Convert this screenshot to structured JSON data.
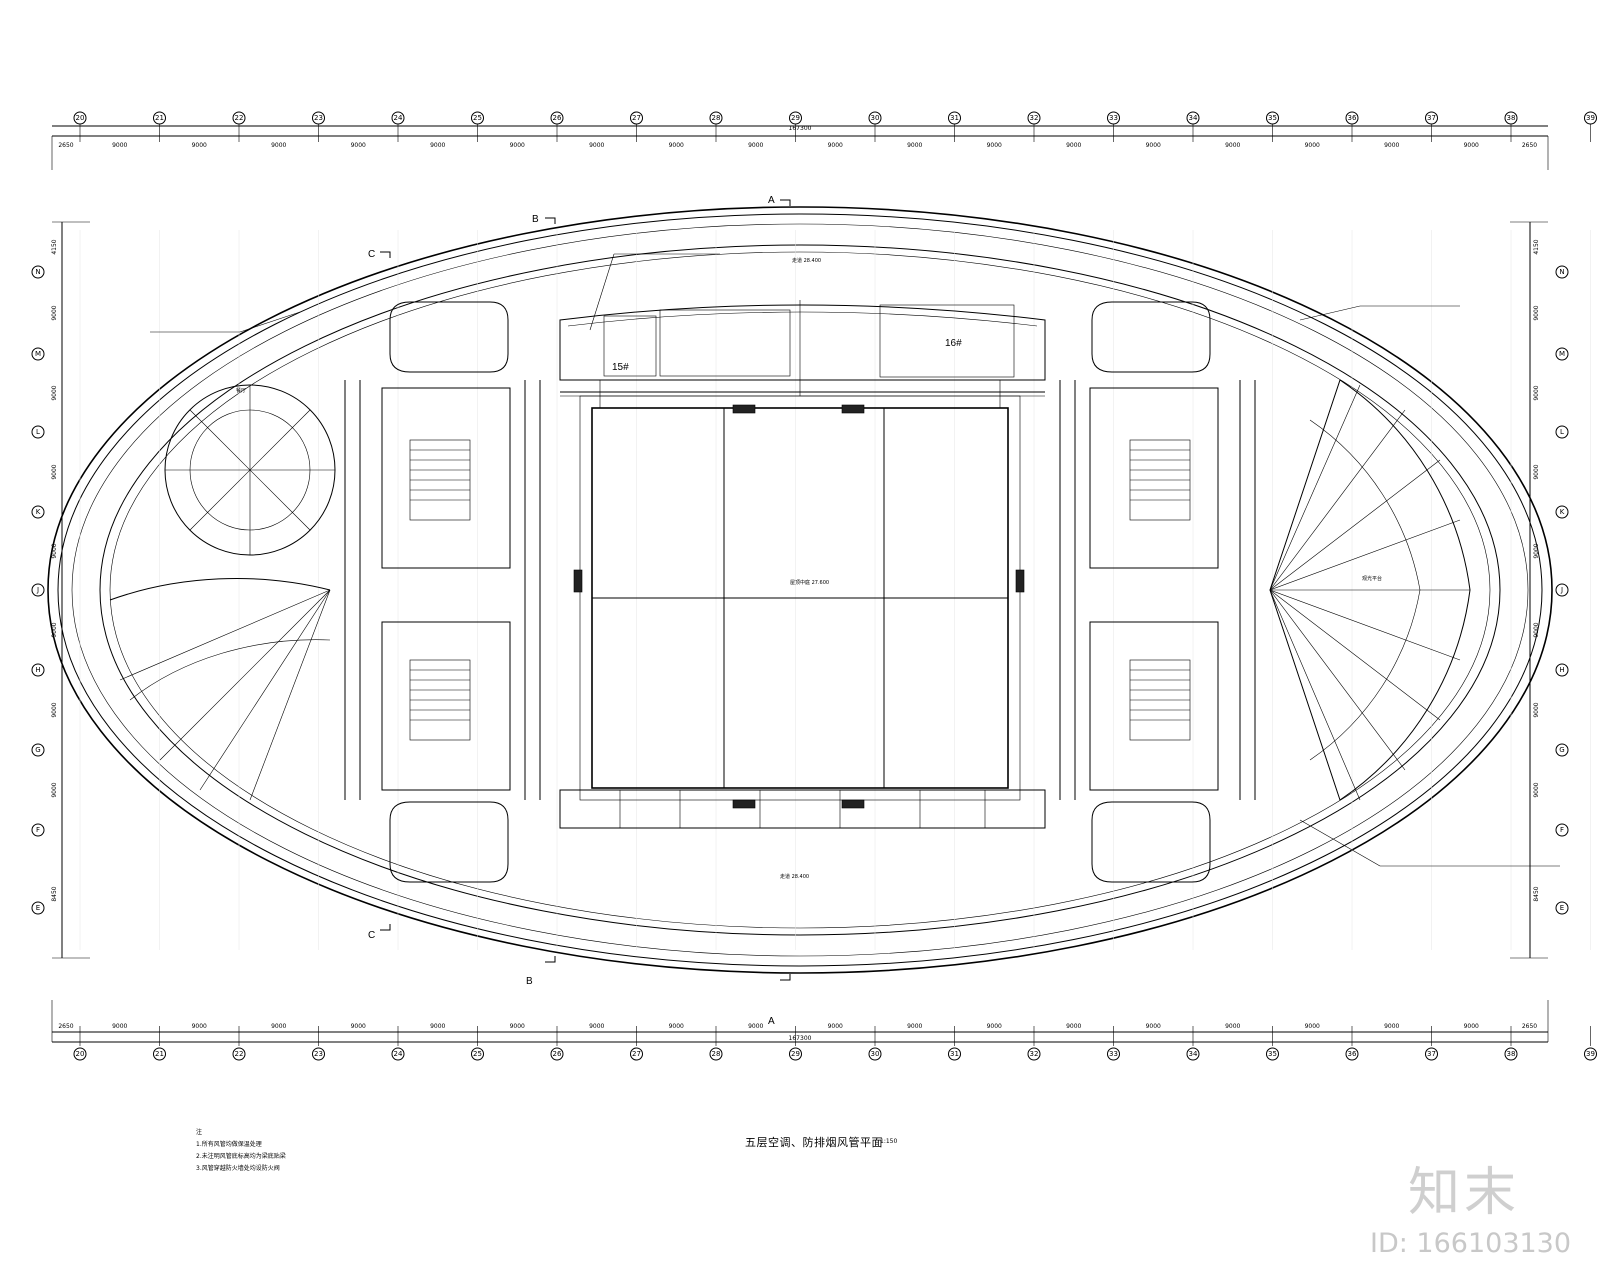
{
  "drawing": {
    "title": "五层空调、防排烟风管平面",
    "scale": "1:150",
    "notes": {
      "heading": "注",
      "items": [
        "1.所有风管均做保温处理",
        "2.未注明风管底标高均为梁底贴梁",
        "3.风管穿越防火墙处均设防火阀"
      ]
    }
  },
  "axes": {
    "top_labels": [
      "20",
      "21",
      "22",
      "23",
      "24",
      "25",
      "26",
      "27",
      "28",
      "29",
      "30",
      "31",
      "32",
      "33",
      "34",
      "35",
      "36",
      "37",
      "38",
      "39"
    ],
    "bottom_labels": [
      "20",
      "21",
      "22",
      "23",
      "24",
      "25",
      "26",
      "27",
      "28",
      "29",
      "30",
      "31",
      "32",
      "33",
      "34",
      "35",
      "36",
      "37",
      "38",
      "39"
    ],
    "left_labels": [
      "N",
      "M",
      "L",
      "K",
      "J",
      "H",
      "G",
      "F",
      "E"
    ],
    "right_labels": [
      "N",
      "M",
      "L",
      "K",
      "J",
      "H",
      "G",
      "F",
      "E"
    ],
    "top_dims": [
      "2650",
      "9000",
      "9000",
      "9000",
      "9000",
      "9000",
      "9000",
      "9000",
      "9000",
      "9000",
      "9000",
      "9000",
      "9000",
      "9000",
      "9000",
      "9000",
      "9000",
      "9000",
      "9000",
      "2650"
    ],
    "bottom_dims": [
      "2650",
      "9000",
      "9000",
      "9000",
      "9000",
      "9000",
      "9000",
      "9000",
      "9000",
      "9000",
      "9000",
      "9000",
      "9000",
      "9000",
      "9000",
      "9000",
      "9000",
      "9000",
      "9000",
      "2650"
    ],
    "overall_top": "167300",
    "overall_bottom": "167300",
    "side_dims_left": [
      "4150",
      "9000",
      "9000",
      "9000",
      "9000",
      "9000",
      "9000",
      "9000",
      "8450"
    ],
    "side_dims_right": [
      "4150",
      "9000",
      "9000",
      "9000",
      "9000",
      "9000",
      "9000",
      "9000",
      "8450"
    ]
  },
  "sections": {
    "a": "A",
    "b": "B",
    "c": "C"
  },
  "rooms": {
    "center": "屋顶中庭 27.600",
    "north": "走道 28.400",
    "south": "走道 28.400",
    "east": "观光平台",
    "west_top": "餐厅",
    "room15": "15#",
    "room16": "16#"
  },
  "watermark": {
    "logo": "知末",
    "id": "ID: 166103130"
  }
}
